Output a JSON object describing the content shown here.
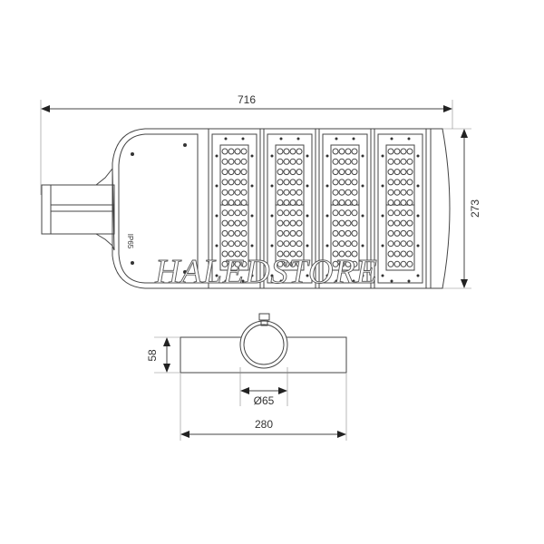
{
  "top_view": {
    "overall_length": "716",
    "overall_width": "273",
    "ip_rating": "IP65",
    "module_count": 4,
    "led_columns": 4,
    "led_rows": 12
  },
  "side_view": {
    "height": "58",
    "pole_diameter": "Ø65",
    "mount_width": "280"
  },
  "watermark": "HALEDSTORE",
  "colors": {
    "line": "#444444",
    "background": "#ffffff"
  }
}
